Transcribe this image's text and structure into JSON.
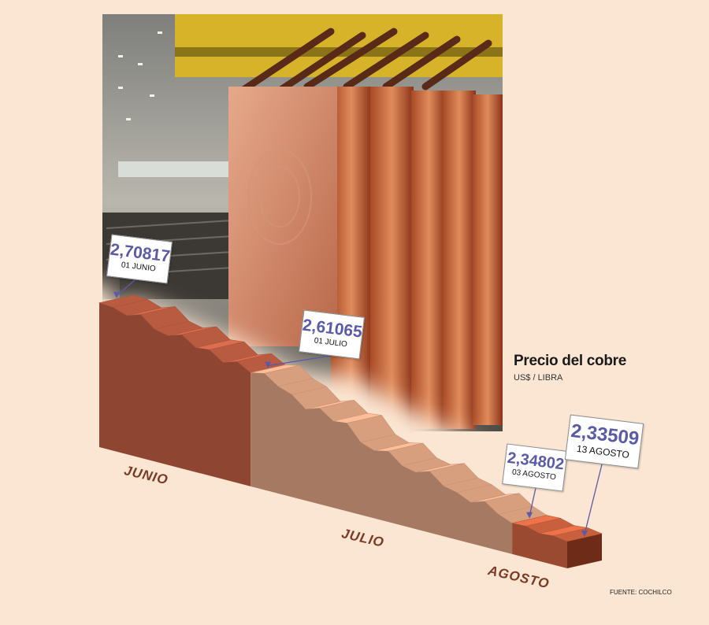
{
  "chart_data": {
    "type": "area",
    "title": "Precio del cobre",
    "subtitle": "US$ / LIBRA",
    "source": "FUENTE: COCHILCO",
    "months": [
      "JUNIO",
      "JULIO",
      "AGOSTO"
    ],
    "annotations": [
      {
        "value": "2,70817",
        "date": "01 JUNIO"
      },
      {
        "value": "2,61065",
        "date": "01 JULIO"
      },
      {
        "value": "2,34802",
        "date": "03 AGOSTO"
      },
      {
        "value": "2,33509",
        "date": "13 AGOSTO"
      }
    ],
    "series_values": [
      2.70817,
      2.705,
      2.69,
      2.705,
      2.67,
      2.66,
      2.675,
      2.645,
      2.65,
      2.62,
      2.635,
      2.61065,
      2.62,
      2.59,
      2.575,
      2.54,
      2.555,
      2.525,
      2.53,
      2.48,
      2.465,
      2.475,
      2.44,
      2.43,
      2.445,
      2.41,
      2.4,
      2.38,
      2.395,
      2.365,
      2.34802,
      2.35,
      2.338,
      2.342,
      2.33509
    ],
    "month_colors": {
      "JUNIO": "#8e4632",
      "JULIO": "#a67a62",
      "AGOSTO": "#9a4a30"
    }
  }
}
